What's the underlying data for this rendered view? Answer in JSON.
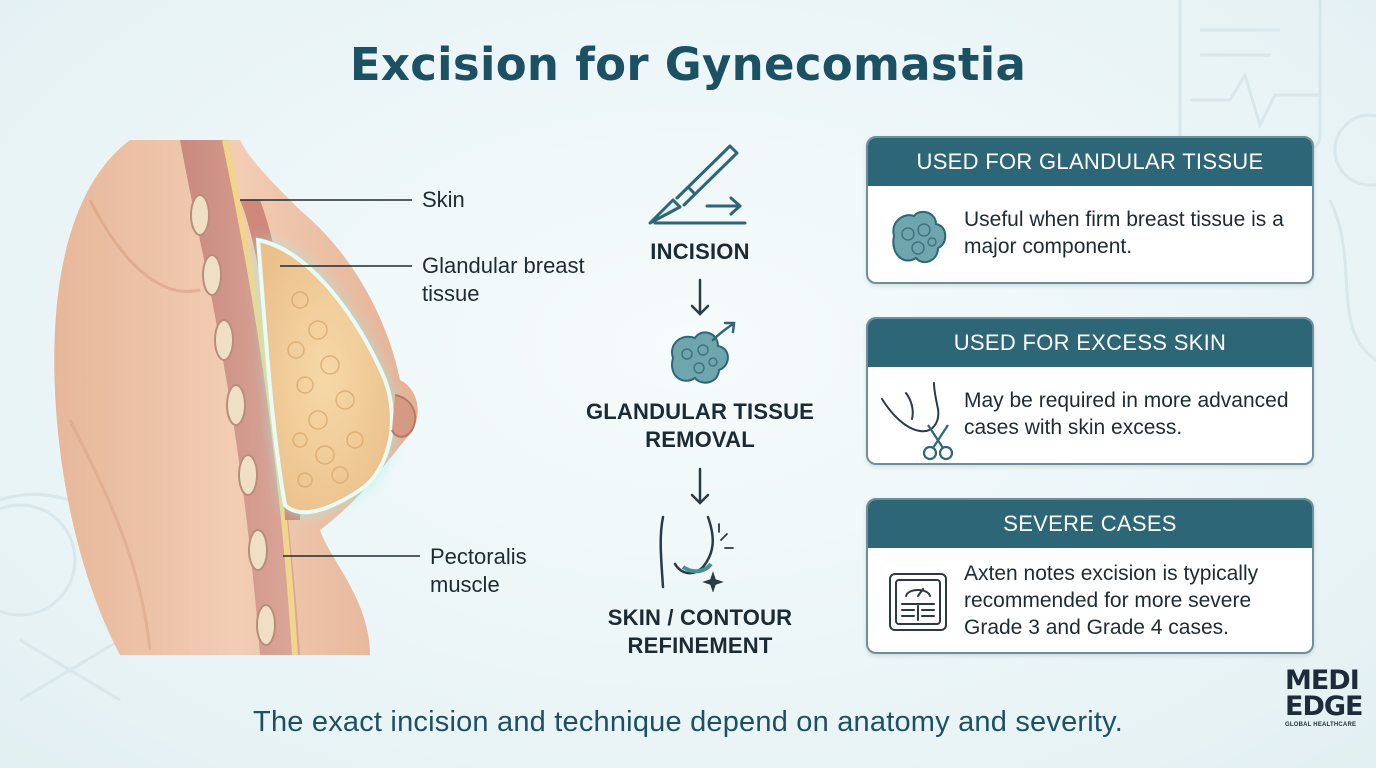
{
  "title": "Excision for Gynecomastia",
  "anatomy": {
    "labels": {
      "skin": "Skin",
      "glandular": "Glandular breast tissue",
      "pectoralis": "Pectoralis muscle"
    }
  },
  "steps": [
    {
      "label": "INCISION",
      "icon": "scalpel-icon"
    },
    {
      "label": "GLANDULAR TISSUE REMOVAL",
      "icon": "gland-removal-icon"
    },
    {
      "label": "SKIN / CONTOUR REFINEMENT",
      "icon": "contour-icon"
    }
  ],
  "cards": [
    {
      "heading": "USED FOR GLANDULAR TISSUE",
      "text": "Useful when firm breast tissue is a major component.",
      "icon": "gland-icon"
    },
    {
      "heading": "USED FOR EXCESS SKIN",
      "text": "May be required in more advanced cases with skin excess.",
      "icon": "skin-scissors-icon"
    },
    {
      "heading": "SEVERE CASES",
      "text": "Axten notes excision is typically recommended for more severe Grade 3 and Grade 4 cases.",
      "icon": "scale-chart-icon"
    }
  ],
  "footer": "The exact incision and technique depend on anatomy and severity.",
  "logo": {
    "line1": "MEDI",
    "line2": "EDGE",
    "tagline": "GLOBAL HEALTHCARE"
  },
  "colors": {
    "primary": "#1c5063",
    "card_header": "#2d6676",
    "accent": "#4a8f98",
    "glow": "#7fe3dc"
  }
}
